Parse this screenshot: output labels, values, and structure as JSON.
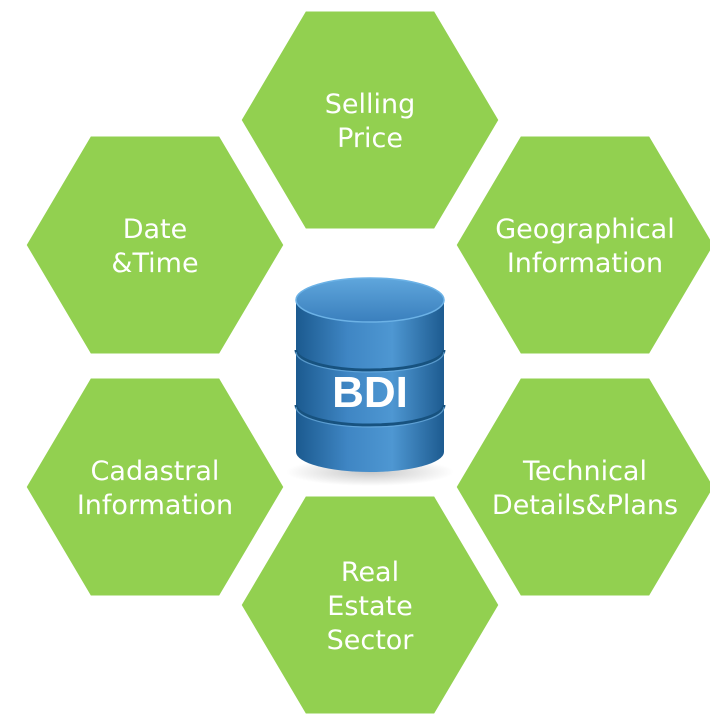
{
  "colors": {
    "hex_fill": "#92d050",
    "hex_text": "#ffffff",
    "db_text": "#ffffff",
    "db_body_dark": "#1f5f94",
    "db_body_light": "#4a92cf"
  },
  "center": {
    "icon": "database-icon",
    "label": "BDI"
  },
  "hexagons": [
    {
      "id": "selling-price",
      "lines": [
        "Selling",
        "Price"
      ]
    },
    {
      "id": "date-time",
      "lines": [
        "Date",
        "&Time"
      ]
    },
    {
      "id": "geographical-information",
      "lines": [
        "Geographical",
        "Information"
      ]
    },
    {
      "id": "cadastral-information",
      "lines": [
        "Cadastral",
        "Information"
      ]
    },
    {
      "id": "technical-details-plans",
      "lines": [
        "Technical",
        "Details&Plans"
      ]
    },
    {
      "id": "real-estate-sector",
      "lines": [
        "Real",
        "Estate",
        "Sector"
      ]
    }
  ]
}
